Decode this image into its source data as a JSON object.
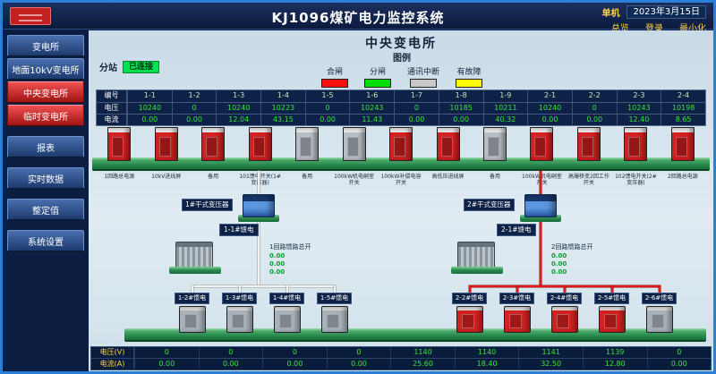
{
  "header": {
    "title": "KJ1096煤矿电力监控系统",
    "mode_label": "单机",
    "date": "2023年3月15日",
    "nav_buttons": [
      "总览",
      "登录",
      "最小化"
    ]
  },
  "sidebar": {
    "items": [
      {
        "label": "变电所",
        "cls": ""
      },
      {
        "label": "地面10kV变电所",
        "cls": ""
      },
      {
        "label": "中央变电所",
        "cls": "active"
      },
      {
        "label": "临时变电所",
        "cls": "active"
      },
      {
        "label": "报表",
        "cls": "gap"
      },
      {
        "label": "实时数据",
        "cls": "gap"
      },
      {
        "label": "整定值",
        "cls": "gap"
      },
      {
        "label": "系统设置",
        "cls": "gap"
      }
    ]
  },
  "main": {
    "title": "中央变电所",
    "station": {
      "label": "分站",
      "status": "已连接"
    },
    "legend": {
      "title": "图例",
      "items": [
        {
          "label": "合闸",
          "color": "#ff1010"
        },
        {
          "label": "分闸",
          "color": "#00e000"
        },
        {
          "label": "通讯中断",
          "color": "#c8c8c8"
        },
        {
          "label": "有故障",
          "color": "#ffff00"
        }
      ]
    },
    "top_table": {
      "id_label": "编号",
      "voltage_label": "电压",
      "current_label": "电流",
      "columns": [
        "1-1",
        "1-2",
        "1-3",
        "1-4",
        "1-5",
        "1-6",
        "1-7",
        "1-8",
        "1-9",
        "2-1",
        "2-2",
        "2-3",
        "2-4"
      ],
      "voltage": [
        "10240",
        "0",
        "10240",
        "10223",
        "0",
        "10243",
        "0",
        "10185",
        "10211",
        "10240",
        "0",
        "10243",
        "10198"
      ],
      "current": [
        "0.00",
        "0.00",
        "12.04",
        "43.15",
        "0.00",
        "11.43",
        "0.00",
        "0.00",
        "40.32",
        "0.00",
        "0.00",
        "12.40",
        "8.65"
      ]
    },
    "cabinets": [
      {
        "label": "1回路总电源",
        "color": "#d42020"
      },
      {
        "label": "10kV进线屏",
        "color": "#d42020"
      },
      {
        "label": "备用",
        "color": "#d42020"
      },
      {
        "label": "101馈电开关(1#变压器)",
        "color": "#d42020"
      },
      {
        "label": "备用",
        "color": "#b6bec6"
      },
      {
        "label": "100kW机电硐室开关",
        "color": "#b6bec6"
      },
      {
        "label": "100kW补偿电容开关",
        "color": "#d42020"
      },
      {
        "label": "高低压进线屏",
        "color": "#d42020"
      },
      {
        "label": "备用",
        "color": "#b6bec6"
      },
      {
        "label": "100kW机电硐室开关",
        "color": "#d42020"
      },
      {
        "label": "高爆移变2回工作开关",
        "color": "#d42020"
      },
      {
        "label": "102馈电开关(2#变压器)",
        "color": "#d42020"
      },
      {
        "label": "2回路总电源",
        "color": "#d42020"
      }
    ],
    "transformers": {
      "t1": "1#干式变压器",
      "t2": "2#干式变压器"
    },
    "feeder_mains": {
      "left": {
        "label": "1-1#馈电",
        "note": "1回路馈路总开",
        "values": [
          "0.00",
          "0.00",
          "0.00"
        ]
      },
      "right": {
        "label": "2-1#馈电",
        "note": "2回路馈路总开",
        "values": [
          "0.00",
          "0.00",
          "0.00"
        ]
      }
    },
    "feeders_left": [
      {
        "label": "1-2#馈电",
        "color": "#a8b2ba"
      },
      {
        "label": "1-3#馈电",
        "color": "#a8b2ba"
      },
      {
        "label": "1-4#馈电",
        "color": "#a8b2ba"
      },
      {
        "label": "1-5#馈电",
        "color": "#a8b2ba"
      }
    ],
    "feeders_right": [
      {
        "label": "2-2#馈电",
        "color": "#d42020"
      },
      {
        "label": "2-3#馈电",
        "color": "#d42020"
      },
      {
        "label": "2-4#馈电",
        "color": "#d42020"
      },
      {
        "label": "2-5#馈电",
        "color": "#d42020"
      },
      {
        "label": "2-6#馈电",
        "color": "#a8b2ba"
      }
    ],
    "bottom_table": {
      "voltage_label": "电压(V)",
      "current_label": "电流(A)",
      "voltage": [
        "0",
        "0",
        "0",
        "0",
        "1140",
        "1140",
        "1141",
        "1139",
        "0"
      ],
      "current": [
        "0.00",
        "0.00",
        "0.00",
        "0.00",
        "25.60",
        "18.40",
        "32.50",
        "12.80",
        "0.00"
      ]
    }
  }
}
